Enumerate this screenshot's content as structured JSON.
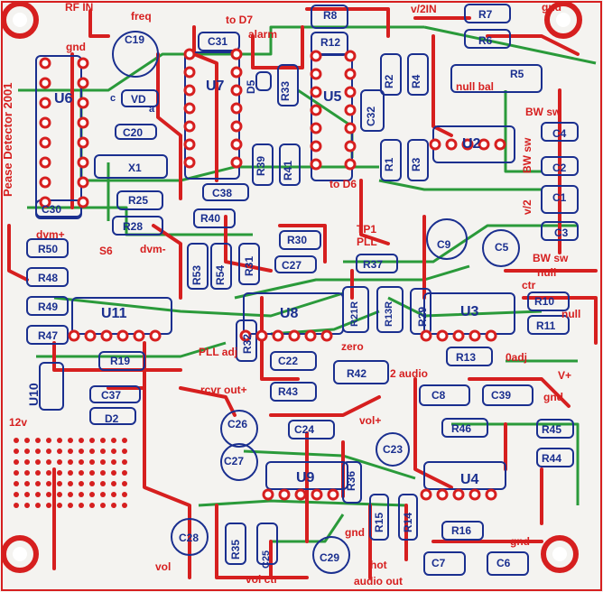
{
  "board": {
    "title": "Pease Detector 2001",
    "colors": {
      "background": "#f4f3f0",
      "top_traces": "#d61f1f",
      "bottom_traces": "#2a9a3a",
      "silkscreen": "#1a2f8f",
      "pads": "#d61f1f"
    }
  },
  "labels": {
    "rf_in": "RF IN",
    "freq": "freq",
    "to_d7": "to D7",
    "alarm": "alarm",
    "v2in": "v/2IN",
    "gnd_top": "gnd",
    "gnd_left": "gnd",
    "null_bal": "null bal",
    "bw_sw_1": "BW sw",
    "bw_sw_2": "BW sw",
    "bw_sw_3": "BW sw",
    "v2": "v/2",
    "to_d6": "to D6",
    "tp1": "TP1",
    "pll": "PLL",
    "dvm_plus": "dvm+",
    "dvm_minus": "dvm-",
    "s6": "S6",
    "null": "null",
    "ctr": "ctr",
    "null2": "null",
    "zero": "zero",
    "zero_adj": "0adj",
    "pll_adj": "PLL adj",
    "rcvr_out": "rcvr out+",
    "audio": "2 audio",
    "vplus": "V+",
    "gnd_right": "gnd",
    "twelve_v": "12v",
    "vol_plus": "vol+",
    "gnd_bottom": "gnd",
    "vol": "vol",
    "vol_ctr": "vol ctr",
    "hot": "hot",
    "audio_out": "audio out",
    "gnd_br": "gnd",
    "plus": "+"
  },
  "components": {
    "U6": "U6",
    "U7": "U7",
    "U5": "U5",
    "U2": "U2",
    "U3": "U3",
    "U8": "U8",
    "U11": "U11",
    "U9": "U9",
    "U4": "U4",
    "U10": "U10",
    "C19": "C19",
    "C31": "C31",
    "C32": "C32",
    "C20": "C20",
    "C30": "C30",
    "C38": "C38",
    "C4": "C4",
    "C2": "C2",
    "C1": "C1",
    "C3": "C3",
    "C9": "C9",
    "C5": "C5",
    "C27a": "C27",
    "C22": "C22",
    "C37": "C37",
    "C26": "C26",
    "C27b": "C27",
    "C24": "C24",
    "C23": "C23",
    "C8": "C8",
    "C39": "C39",
    "C28": "C28",
    "C25": "C25",
    "C29": "C29",
    "C7": "C7",
    "C6": "C6",
    "R8": "R8",
    "R12": "R12",
    "R7": "R7",
    "R6": "R6",
    "R5": "R5",
    "R33": "R33",
    "R2": "R2",
    "R4": "R4",
    "R1": "R1",
    "R3": "R3",
    "R39": "R39",
    "R41": "R41",
    "R25": "R25",
    "R28": "R28",
    "R40": "R40",
    "R50": "R50",
    "R48": "R48",
    "R49": "R49",
    "R47": "R47",
    "R53": "R53",
    "R54": "R54",
    "R31": "R31",
    "R30": "R30",
    "R37": "R37",
    "R10": "R10",
    "R11": "R11",
    "R29": "R29",
    "R21R": "R21R",
    "R13R": "R13R",
    "R19": "R19",
    "R32": "R32",
    "R43": "R43",
    "R42": "R42",
    "R13": "R13",
    "R46": "R46",
    "R45": "R45",
    "R44": "R44",
    "R36": "R36",
    "R15": "R15",
    "R14": "R14",
    "R16": "R16",
    "R35": "R35",
    "D5": "D5",
    "D2": "D2",
    "X1": "X1",
    "VD": "VD",
    "a": "a",
    "c": "c"
  }
}
